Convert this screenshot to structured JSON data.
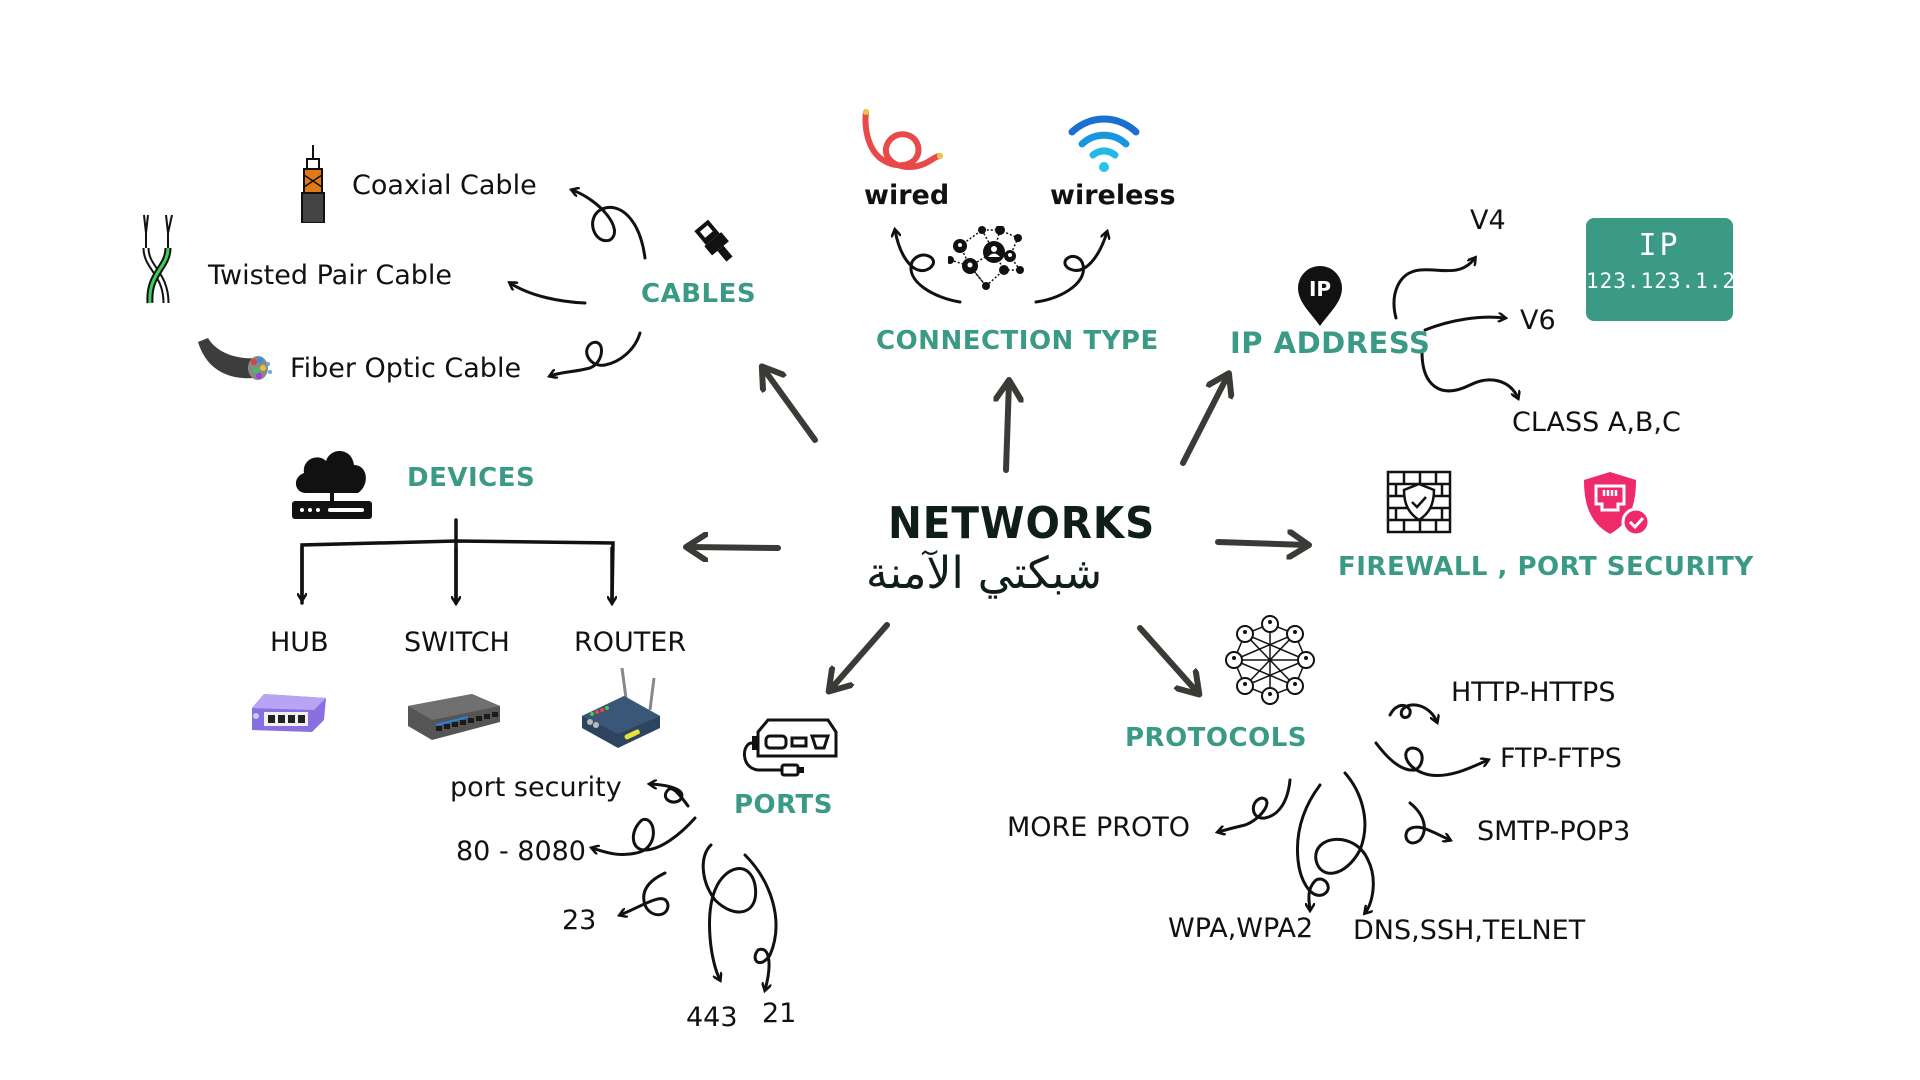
{
  "center": {
    "title": "NETWORKS",
    "subtitle_arabic": "شبكتي الآمنة"
  },
  "colors": {
    "accent": "#3a9a85",
    "arrow_main": "#3a3a36",
    "text": "#111111",
    "port_security_icon": "#ee2a6b"
  },
  "cables": {
    "heading": "CABLES",
    "icon": "ethernet-plug-icon",
    "items": [
      {
        "label": "Coaxial Cable",
        "icon": "coaxial-cable-icon"
      },
      {
        "label": "Twisted Pair Cable",
        "icon": "twisted-pair-icon"
      },
      {
        "label": "Fiber Optic Cable",
        "icon": "fiber-optic-icon"
      }
    ]
  },
  "connection_type": {
    "heading": "CONNECTION TYPE",
    "icon": "network-graph-icon",
    "items": [
      {
        "label": "wired",
        "icon": "red-cable-icon"
      },
      {
        "label": "wireless",
        "icon": "wifi-icon"
      }
    ]
  },
  "ip_address": {
    "heading": "IP ADDRESS",
    "icon": "ip-pin-icon",
    "items": [
      "V4",
      "V6",
      "CLASS A,B,C"
    ],
    "card": {
      "heading": "IP",
      "value": "123.123.1.2"
    }
  },
  "security": {
    "heading": "FIREWALL , PORT SECURITY",
    "icons": [
      "firewall-icon",
      "port-security-shield-icon"
    ]
  },
  "devices": {
    "heading": "DEVICES",
    "icon": "cloud-server-icon",
    "items": [
      {
        "label": "HUB",
        "icon": "hub-icon"
      },
      {
        "label": "SWITCH",
        "icon": "switch-icon"
      },
      {
        "label": "ROUTER",
        "icon": "router-icon"
      }
    ]
  },
  "ports": {
    "heading": "PORTS",
    "icon": "port-device-icon",
    "items": [
      "port security",
      "80 - 8080",
      "23",
      "443",
      "21"
    ]
  },
  "protocols": {
    "heading": "PROTOCOLS",
    "icon": "mesh-network-icon",
    "items": [
      "HTTP-HTTPS",
      "FTP-FTPS",
      "SMTP-POP3",
      "MORE PROTO",
      "WPA,WPA2",
      "DNS,SSH,TELNET"
    ]
  }
}
